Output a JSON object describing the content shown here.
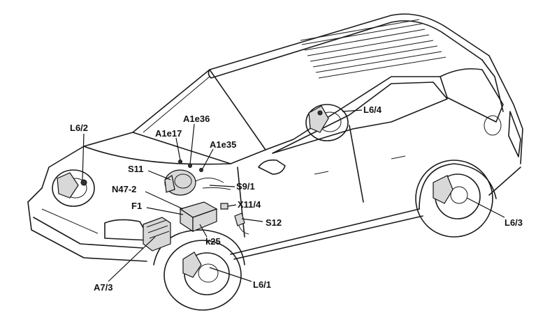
{
  "labels": {
    "L6_2": "L6/2",
    "A1e36": "A1e36",
    "A1e17": "A1e17",
    "A1e35": "A1e35",
    "L6_4": "L6/4",
    "S11": "S11",
    "S9_1": "S9/1",
    "N47_2": "N47-2",
    "X11_4": "X11/4",
    "F1": "F1",
    "S12": "S12",
    "k25": "k25",
    "L6_3": "L6/3",
    "A7_3": "A7/3",
    "L6_1": "L6/1"
  }
}
